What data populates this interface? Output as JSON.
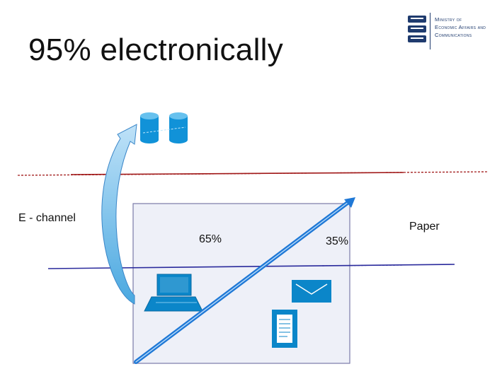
{
  "slide": {
    "title": "95% electronically"
  },
  "logo": {
    "lines": [
      "Ministry of",
      "Economic Affairs and",
      "Communications"
    ]
  },
  "labels": {
    "e_channel": "E - channel",
    "paper": "Paper",
    "pct_electronic": "65%",
    "pct_paper": "35%"
  },
  "colors": {
    "brand": "#1f3b6e",
    "red_line": "#a01818",
    "blue_line": "#2a2a9c",
    "box_fill": "#eef0f8",
    "box_border": "#7a7aa8",
    "diagonal": "#1f78d6",
    "icon_blue": "#0b86c9"
  },
  "icons": [
    "database-icon",
    "laptop-icon",
    "document-icon",
    "envelope-icon",
    "curved-arrow-icon",
    "diagonal-arrow-icon"
  ]
}
